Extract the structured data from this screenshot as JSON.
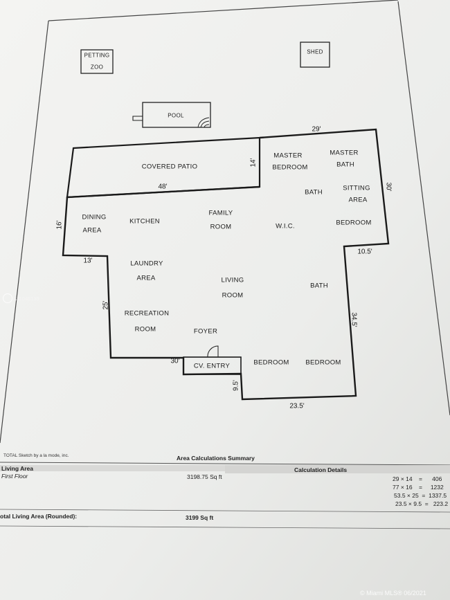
{
  "sketch": {
    "outbuildings": {
      "petting_zoo": [
        "PETTING",
        "ZOO"
      ],
      "shed": "SHED",
      "pool": "POOL"
    },
    "rooms": {
      "covered_patio": "COVERED PATIO",
      "master_bedroom": [
        "MASTER",
        "BEDROOM"
      ],
      "master_bath": [
        "MASTER",
        "BATH"
      ],
      "bath_upper": "BATH",
      "sitting_area": [
        "SITTING",
        "AREA"
      ],
      "dining_area": [
        "DINING",
        "AREA"
      ],
      "kitchen": "KITCHEN",
      "family_room": [
        "FAMILY",
        "ROOM"
      ],
      "wic": "W.I.C.",
      "bedroom_right": "BEDROOM",
      "laundry_area": [
        "LAUNDRY",
        "AREA"
      ],
      "living_room": [
        "LIVING",
        "ROOM"
      ],
      "bath_lower": "BATH",
      "recreation_room": [
        "RECREATION",
        "ROOM"
      ],
      "foyer": "FOYER",
      "cv_entry": "CV. ENTRY",
      "bedroom_bottom_1": "BEDROOM",
      "bedroom_bottom_2": "BEDROOM"
    },
    "dimensions": {
      "top": "29'",
      "patio_height": "14'",
      "patio_width": "48'",
      "right": "30'",
      "left_upper": "16'",
      "left_step": "13'",
      "right_step": "10.5'",
      "left_lower": "25'",
      "right_lower": "34.5'",
      "entry_width": "30'",
      "entry_depth": "9.5'",
      "bottom": "23.5'"
    }
  },
  "footer": {
    "credit": "TOTAL Sketch by a la mode, inc.",
    "summary_title": "Area Calculations Summary",
    "living_area_label": "Living Area",
    "calc_details_label": "Calculation Details",
    "first_floor_label": "First Floor",
    "first_floor_value": "3198.75 Sq ft",
    "total_label": "otal Living Area (Rounded):",
    "total_value": "3199 Sq ft",
    "calcs": [
      "29 × 14    =      406",
      "77 × 16    =     1232",
      "53.5 × 25  =  1337.5",
      "23.5 × 9.5  =   223.2"
    ]
  },
  "watermarks": {
    "listing_id": "A11048139",
    "brand": "© Miami MLS® 06/2021"
  }
}
